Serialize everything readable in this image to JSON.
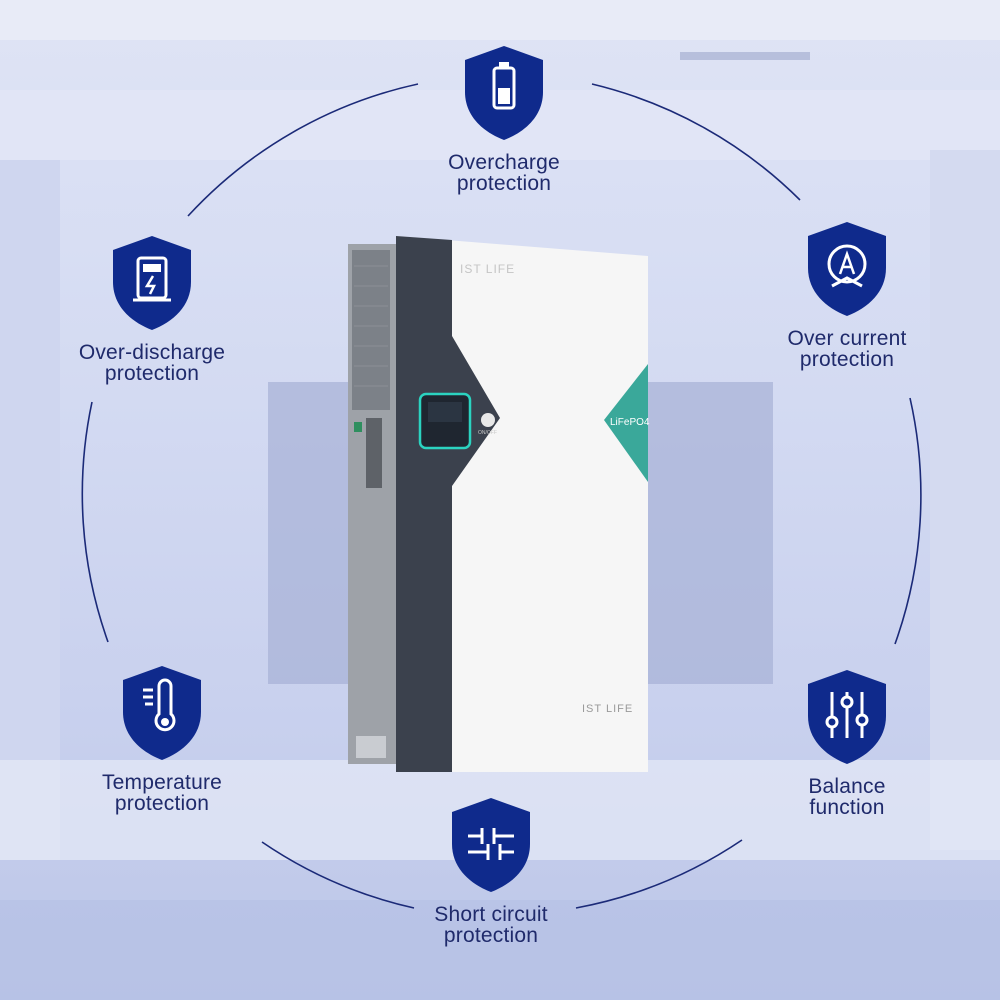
{
  "colors": {
    "shield": "#0f2a8c",
    "label_text": "#1f2a6b",
    "ring": "#1b2a78",
    "battery_white": "#f6f6f6",
    "battery_dark": "#3b414d",
    "battery_teal": "#3aa89a"
  },
  "features": [
    {
      "icon": "battery-icon",
      "line1": "Overcharge",
      "line2": "protection"
    },
    {
      "icon": "ammeter-icon",
      "line1": "Over current",
      "line2": "protection"
    },
    {
      "icon": "balance-sliders-icon",
      "line1": "Balance",
      "line2": "function"
    },
    {
      "icon": "short-circuit-icon",
      "line1": "Short circuit",
      "line2": "protection"
    },
    {
      "icon": "thermometer-icon",
      "line1": "Temperature",
      "line2": "protection"
    },
    {
      "icon": "discharge-plug-icon",
      "line1": "Over-discharge",
      "line2": "protection"
    }
  ],
  "battery": {
    "brand_top": "IST LIFE",
    "chemistry_label": "LiFePO4",
    "power_label": "ON/OFF",
    "brand_bottom": "IST LIFE"
  }
}
